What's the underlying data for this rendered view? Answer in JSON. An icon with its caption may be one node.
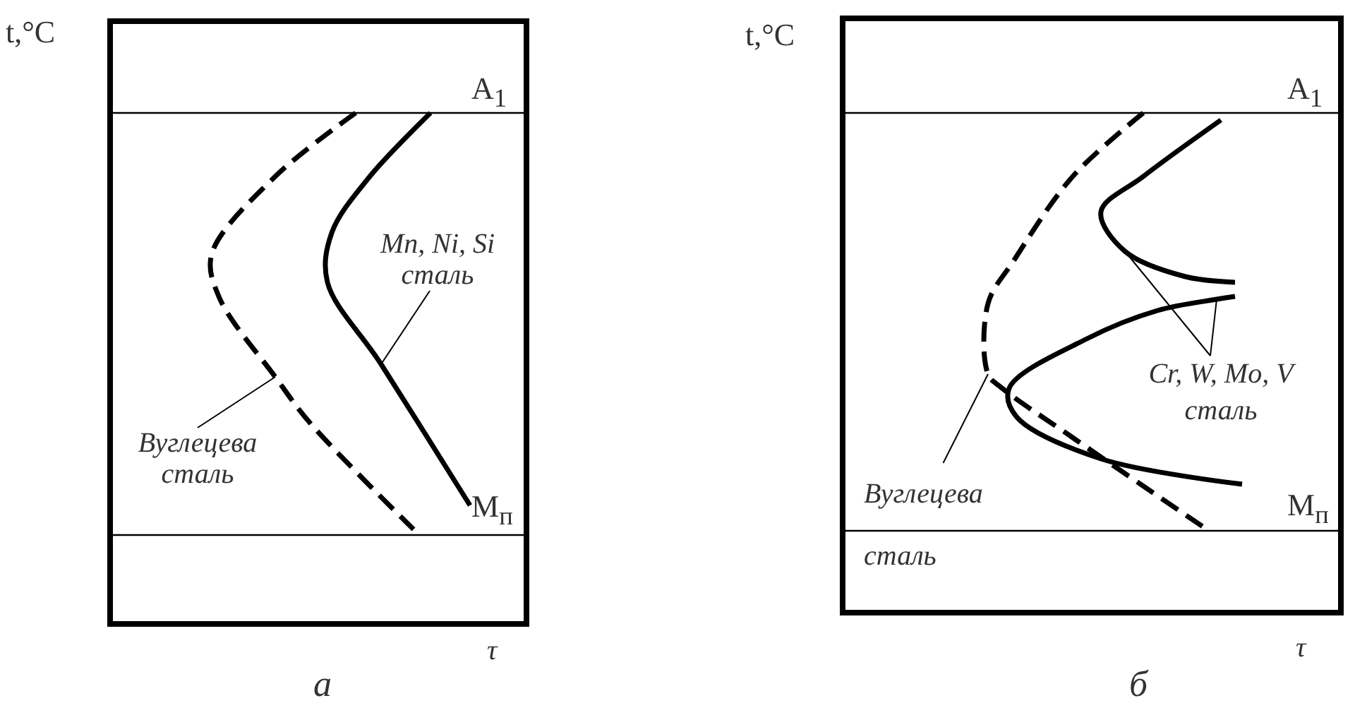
{
  "diagram": {
    "nodes": [
      {
        "text": [
          "Mn, Ni, Si сталь"
        ]
      },
      {
        "text": [],
        "shape": "curve"
      },
      {
        "text": [
          "Вуглецева сталь"
        ]
      },
      {
        "text": [],
        "shape": "curve"
      },
      {
        "text": [
          "Cr, W, Mo, V сталь"
        ]
      },
      {
        "text": [],
        "shape": "curve"
      },
      {
        "text": [],
        "shape": "curve"
      },
      {
        "text": [
          "Вуглецева сталь"
        ]
      },
      {
        "text": [],
        "shape": "curve"
      }
    ],
    "edges": [
      {
        "from": 0,
        "to": 1,
        "arrow": "none"
      },
      {
        "from": 2,
        "to": 3,
        "arrow": "none"
      },
      {
        "from": 4,
        "to": 5,
        "arrow": "none"
      },
      {
        "from": 4,
        "to": 6,
        "arrow": "none"
      },
      {
        "from": 7,
        "to": 8,
        "arrow": "none"
      }
    ],
    "labels": [
      "t,°C",
      "A$_{1}$",
      "M$_{п}$",
      "τ",
      "а",
      "t,°C",
      "A$_{1}$",
      "M$_{п}$",
      "τ",
      "б"
    ]
  }
}
